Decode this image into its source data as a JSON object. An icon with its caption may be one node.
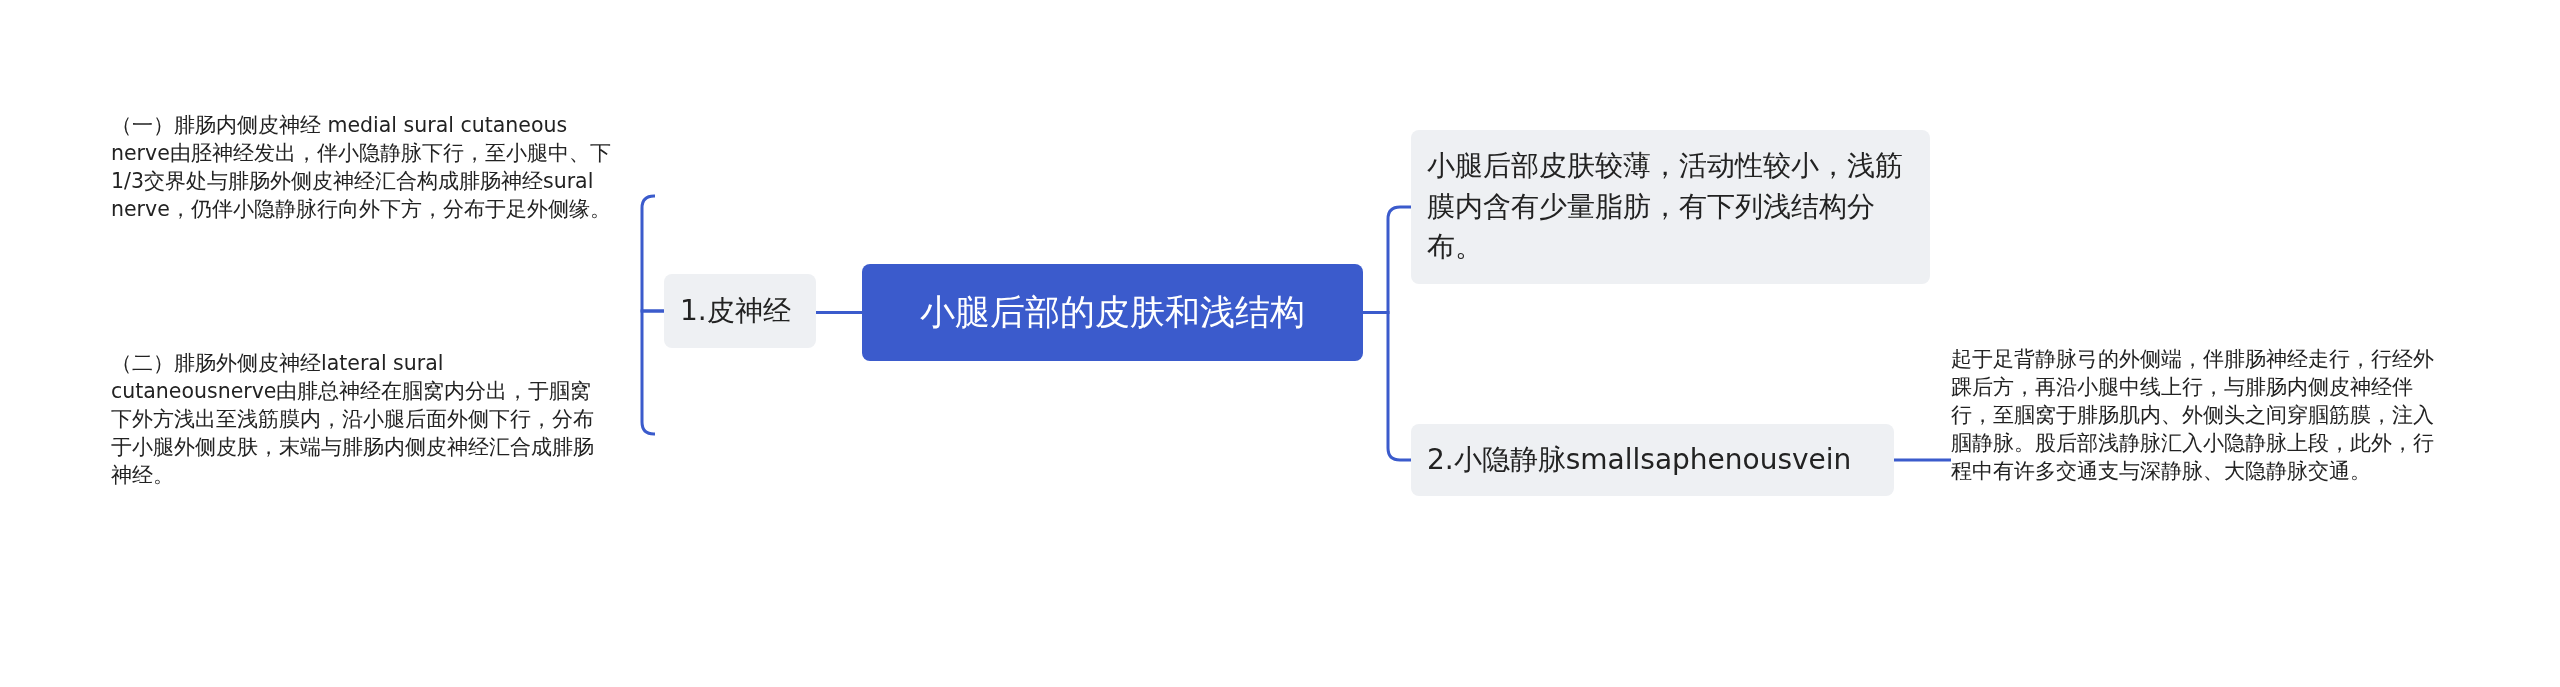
{
  "diagram": {
    "nodes": [
      {
        "text": [
          "小腿后部的皮肤和浅结构"
        ]
      },
      {
        "text": [
          "1.皮神经"
        ]
      },
      {
        "text": [
          "（一）腓肠内侧皮神经 medial sural cutaneous nerve由胫神经发出，伴小隐静脉下行，至小腿中、下1/3交界处与腓肠外侧皮神经汇合构成腓肠神经sural nerve，仍伴小隐静脉行向外下方，分布于足外侧缘。"
        ]
      },
      {
        "text": [
          "（二）腓肠外侧皮神经lateral sural cutaneousnerve由腓总神经在腘窝内分出，于腘窝下外方浅出至浅筋膜内，沿小腿后面外侧下行，分布于小腿外侧皮肤，末端与腓肠内侧皮神经汇合成腓肠神经。"
        ]
      },
      {
        "text": [
          "小腿后部皮肤较薄，活动性较小，浅筋膜内含有少量脂肪，有下列浅结构分布。"
        ]
      },
      {
        "text": [
          "2.小隐静脉smallsaphenousvein"
        ]
      },
      {
        "text": [
          "起于足背静脉弓的外侧端，伴腓肠神经走行，行经外踝后方，再沿小腿中线上行，与腓肠内侧皮神经伴行，至腘窝于腓肠肌内、外侧头之间穿腘筋膜，注入腘静脉。股后部浅静脉汇入小隐静脉上段，此外，行程中有许多交通支与深静脉、大隐静脉交通。"
        ]
      }
    ],
    "edges": [
      {
        "from": 0,
        "to": 1,
        "arrow": "none"
      },
      {
        "from": 1,
        "to": 2,
        "arrow": "none"
      },
      {
        "from": 1,
        "to": 3,
        "arrow": "none"
      },
      {
        "from": 0,
        "to": 4,
        "arrow": "none"
      },
      {
        "from": 0,
        "to": 5,
        "arrow": "none"
      },
      {
        "from": 5,
        "to": 6,
        "arrow": "none"
      }
    ]
  }
}
